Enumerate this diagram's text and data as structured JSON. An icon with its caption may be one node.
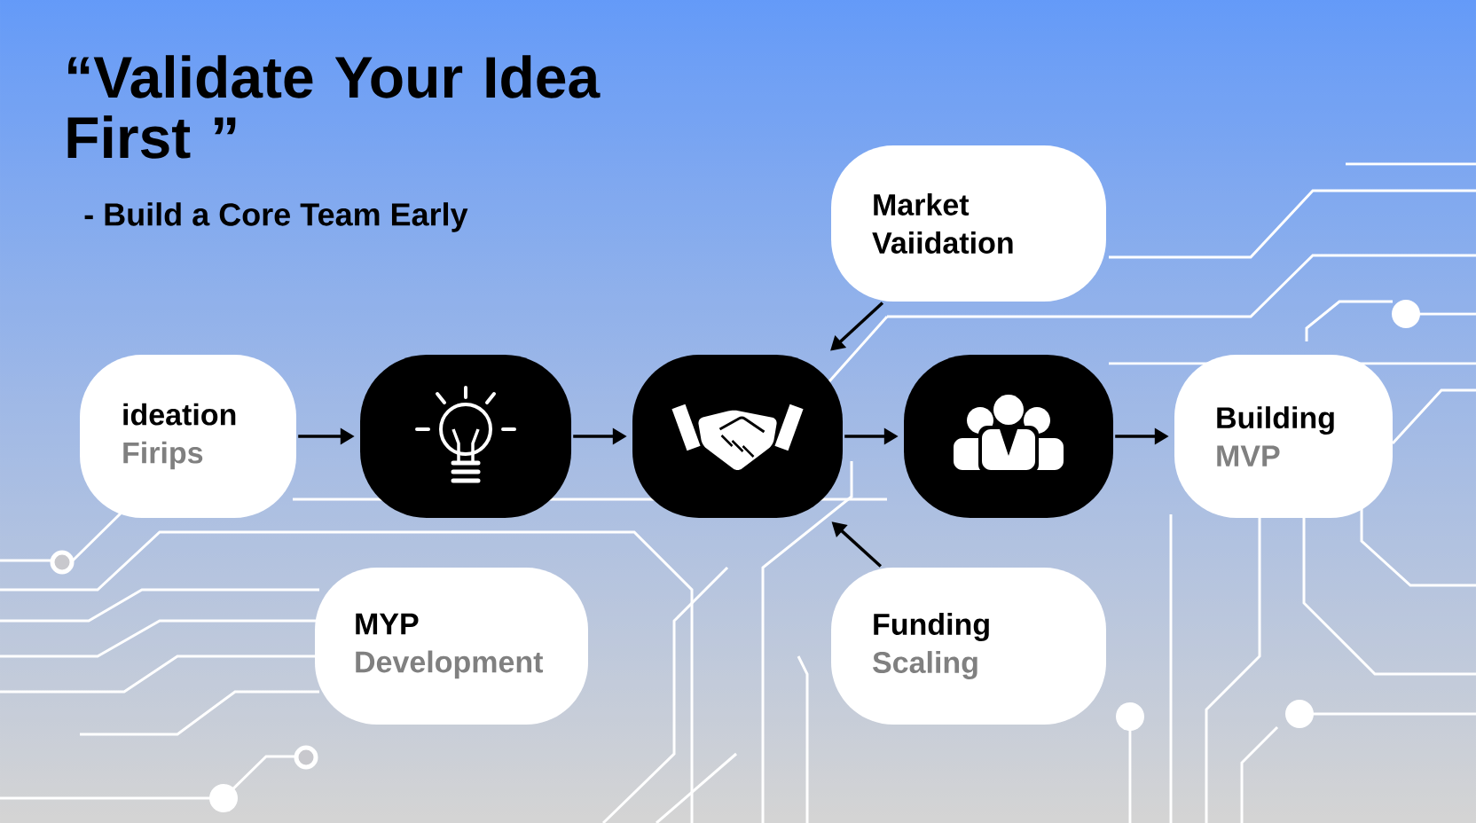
{
  "diagram": {
    "title": "“Validate Your Idea First ”",
    "nodes": [
      {
        "text": [
          "ideation",
          "Firips"
        ]
      },
      {
        "text": [],
        "shape": "box"
      },
      {
        "text": [],
        "shape": "box"
      },
      {
        "text": [],
        "shape": "box"
      },
      {
        "text": [
          "Building",
          "MVP"
        ]
      },
      {
        "text": [
          "Market Vaiidation"
        ]
      },
      {
        "text": [
          "MYP",
          "Development"
        ]
      },
      {
        "text": [
          "Funding",
          "Scaling"
        ]
      }
    ],
    "edges": [
      {
        "from": 0,
        "to": 1,
        "arrow": "to"
      },
      {
        "from": 1,
        "to": 2,
        "arrow": "to"
      },
      {
        "from": 2,
        "to": 3,
        "arrow": "to"
      },
      {
        "from": 3,
        "to": 4,
        "arrow": "to"
      },
      {
        "from": 5,
        "to": 2,
        "arrow": "to"
      },
      {
        "from": 7,
        "to": 2,
        "arrow": "to"
      }
    ],
    "labels": [
      "- Build a Core Team Early"
    ]
  }
}
